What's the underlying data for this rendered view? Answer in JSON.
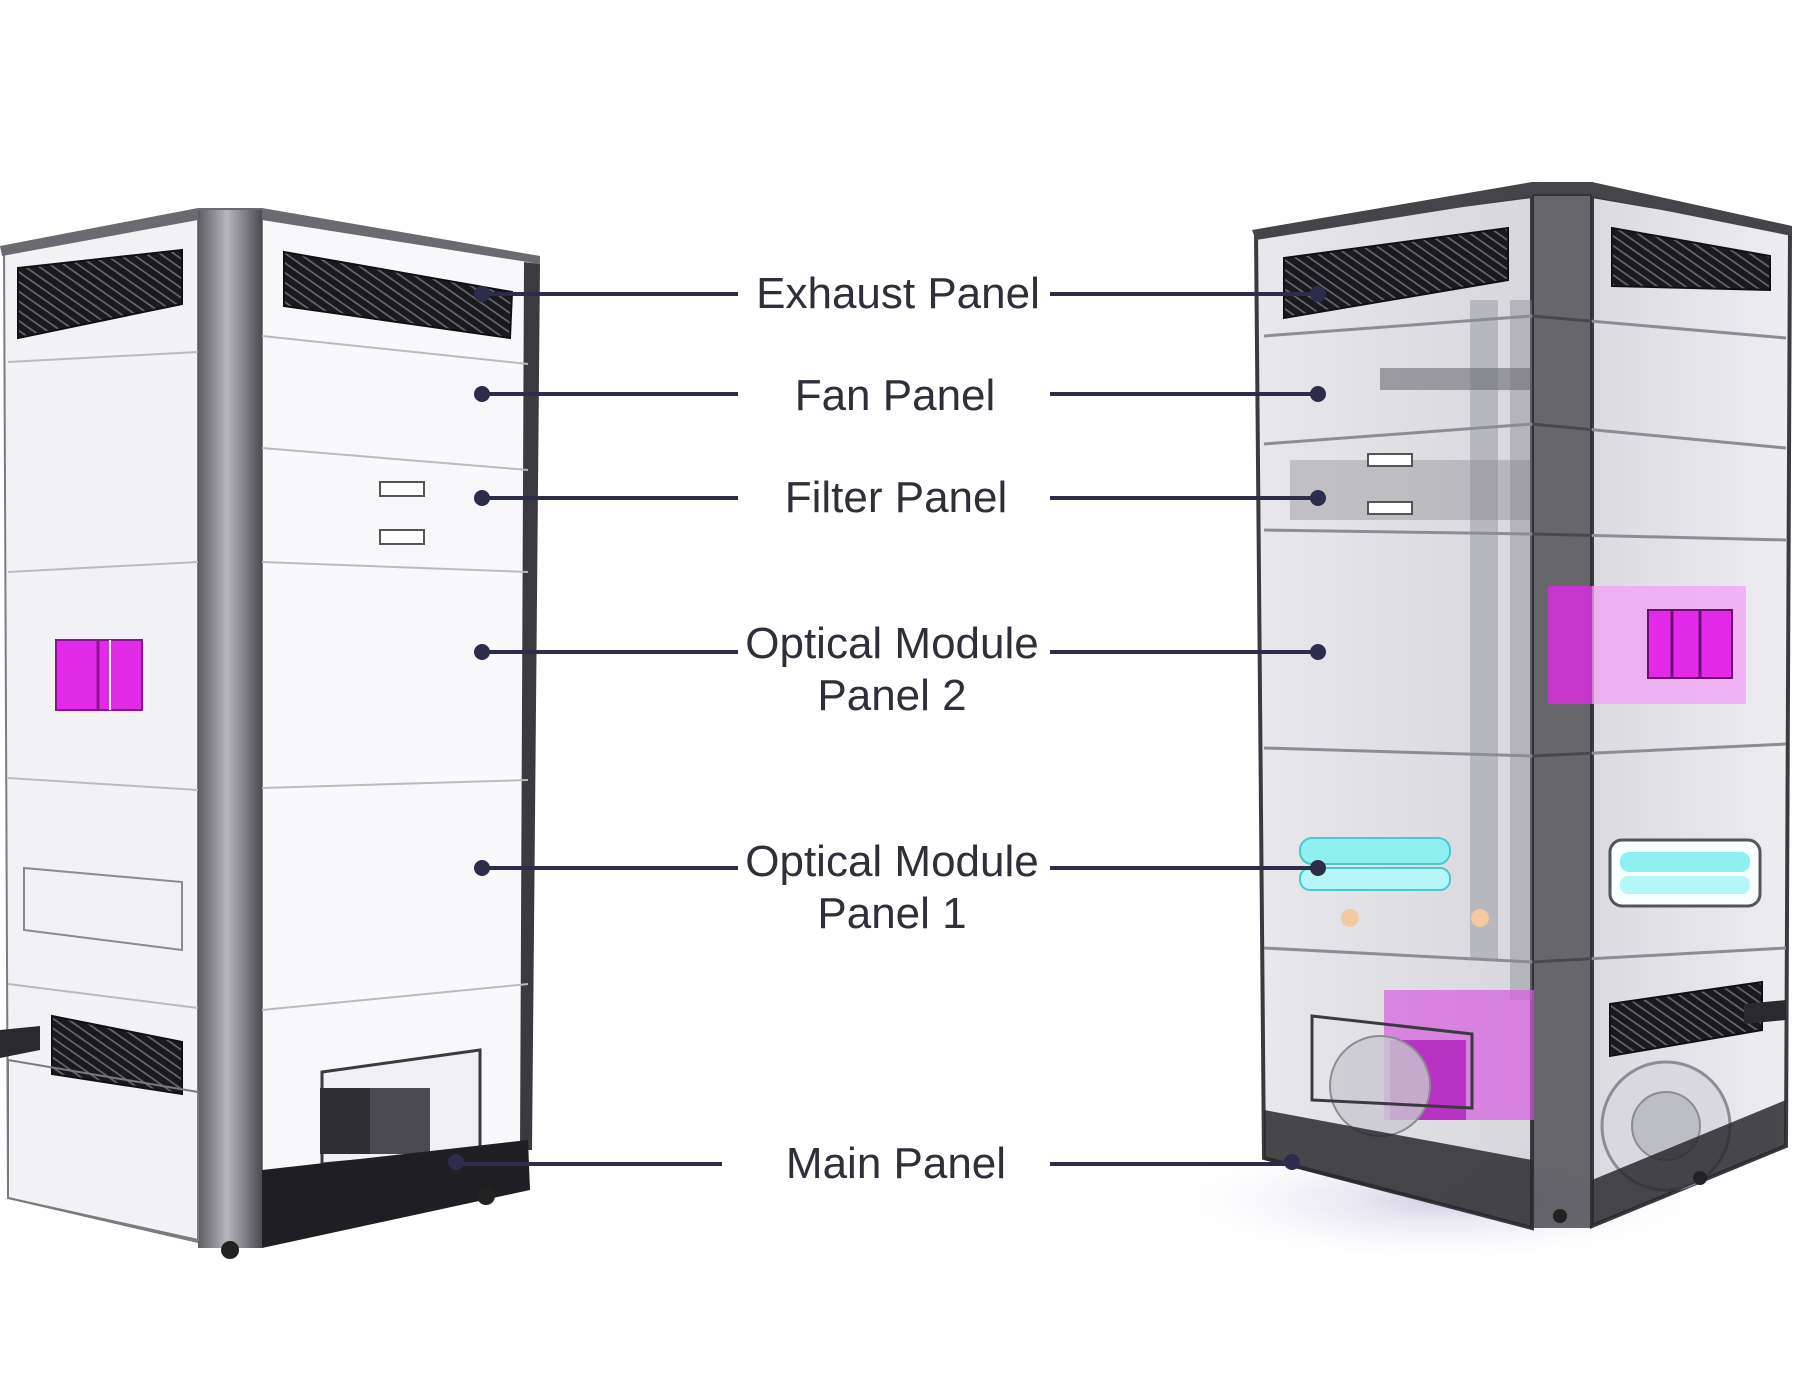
{
  "labels": {
    "exhaust": "Exhaust Panel",
    "fan": "Fan Panel",
    "filter": "Filter Panel",
    "optical2_line1": "Optical Module",
    "optical2_line2": "Panel 2",
    "optical1_line1": "Optical Module",
    "optical1_line2": "Panel 1",
    "main": "Main Panel"
  },
  "colors": {
    "leader_line": "#2c2d4a",
    "label_text": "#2f2f3a",
    "frame_dark": "#3a3a40",
    "panel_white": "#f7f7f9",
    "accent_magenta": "#e020e8",
    "uv_cyan": "#7ff0f4"
  }
}
